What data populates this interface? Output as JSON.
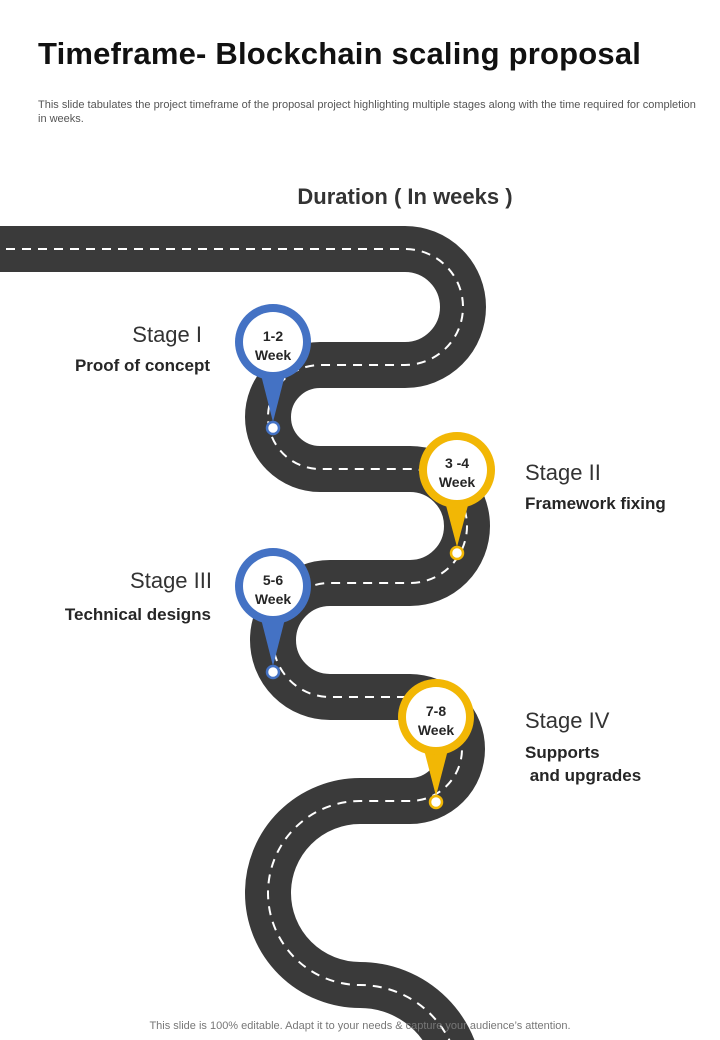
{
  "page": {
    "title": "Timeframe- Blockchain scaling proposal",
    "subtitle": "This slide tabulates the project timeframe of the proposal project highlighting multiple stages along with the time required for completion in weeks.",
    "duration_heading": "Duration ( In weeks )",
    "footer": "This slide is 100% editable. Adapt it to your needs & capture your audience’s attention."
  },
  "colors": {
    "road": "#3a3a3a",
    "blue": "#4472c4",
    "yellow": "#f2b705"
  },
  "stages": [
    {
      "name": "Stage I",
      "description": "Proof of concept",
      "weeks_line1": "1-2",
      "weeks_line2": "Week",
      "color": "blue"
    },
    {
      "name": "Stage II",
      "description": "Framework fixing",
      "weeks_line1": "3 -4",
      "weeks_line2": "Week",
      "color": "yellow"
    },
    {
      "name": "Stage III",
      "description": "Technical designs",
      "weeks_line1": "5-6",
      "weeks_line2": "Week",
      "color": "blue"
    },
    {
      "name": "Stage IV",
      "description": "Supports\n and upgrades",
      "weeks_line1": "7-8",
      "weeks_line2": "Week",
      "color": "yellow"
    }
  ]
}
